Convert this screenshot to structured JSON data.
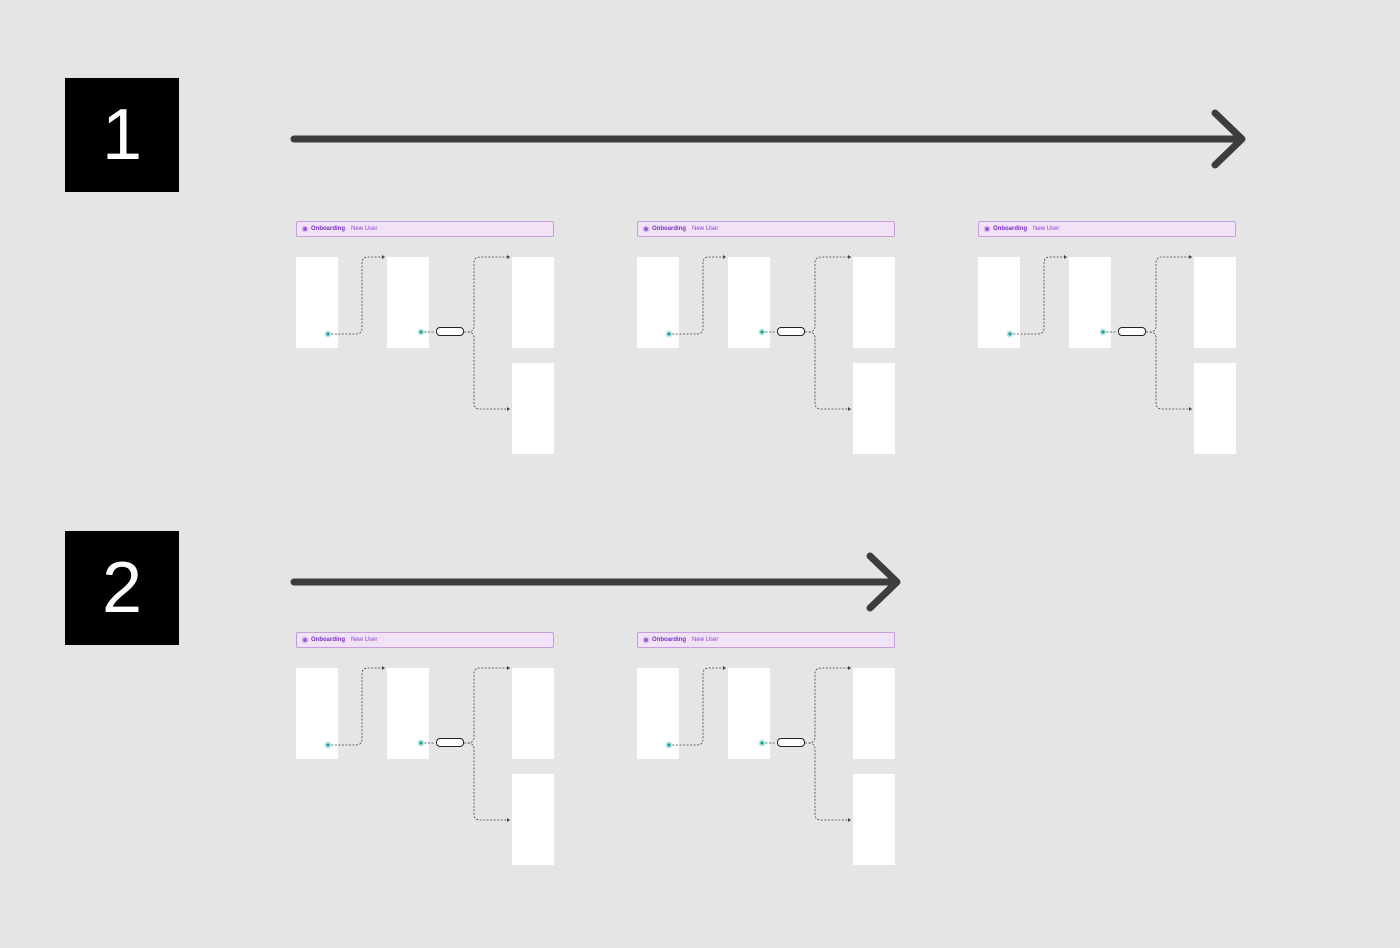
{
  "steps": [
    {
      "number": "1",
      "flows": [
        {
          "title": "Onboarding",
          "subtitle": "New User"
        },
        {
          "title": "Onboarding",
          "subtitle": "New User"
        },
        {
          "title": "Onboarding",
          "subtitle": "New User"
        }
      ]
    },
    {
      "number": "2",
      "flows": [
        {
          "title": "Onboarding",
          "subtitle": "New User"
        },
        {
          "title": "Onboarding",
          "subtitle": "New User"
        }
      ]
    }
  ],
  "colors": {
    "background": "#e5e5e5",
    "step_badge": "#000000",
    "arrow": "#3d3d3d",
    "header_fill": "#f1e2f7",
    "header_border": "#c79ce0",
    "hotspot": "#1a9e96"
  },
  "icons": {
    "arrow": "long-right-arrow",
    "header_marker": "dot-icon"
  }
}
